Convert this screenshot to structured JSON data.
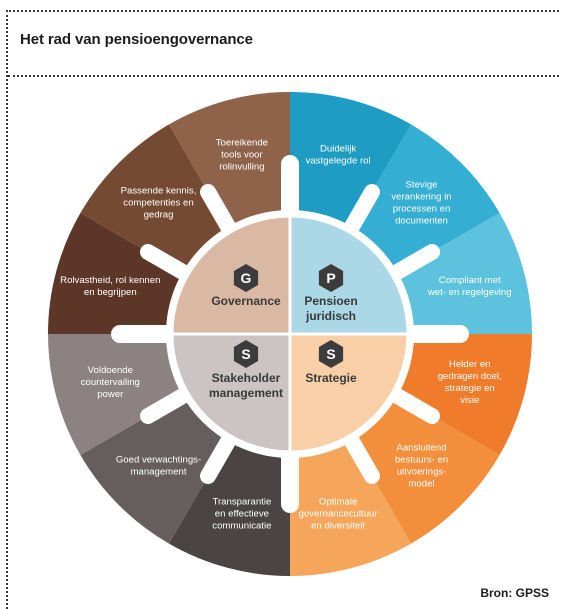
{
  "title": "Het rad van pensioengovernance",
  "source": "Bron: GPSS",
  "colors": {
    "hub_border": "#ffffff",
    "badge": "#3c3c3c"
  },
  "quadrants": [
    {
      "key": "governance",
      "badge": "G",
      "label_lines": [
        "Governance"
      ],
      "fill": "#d9b9a4",
      "segments": [
        {
          "lines": [
            "Rolvastheid, rol kennen",
            "en begrijpen"
          ],
          "color": "#5c3626"
        },
        {
          "lines": [
            "Passende kennis,",
            "competenties en",
            "gedrag"
          ],
          "color": "#754a33"
        },
        {
          "lines": [
            "Toereikende",
            "tools voor",
            "rolinvulling"
          ],
          "color": "#8f6349"
        }
      ]
    },
    {
      "key": "pensioen",
      "badge": "P",
      "label_lines": [
        "Pensioen",
        "juridisch"
      ],
      "fill": "#aad8e6",
      "segments": [
        {
          "lines": [
            "Duidelijk",
            "vastgelegde rol"
          ],
          "color": "#1f9cc4"
        },
        {
          "lines": [
            "Stevige",
            "verankering in",
            "processen en",
            "documenten"
          ],
          "color": "#34aed2"
        },
        {
          "lines": [
            "Compliant met",
            "wet- en regelgeving"
          ],
          "color": "#5cc2de"
        }
      ]
    },
    {
      "key": "strategie",
      "badge": "S",
      "label_lines": [
        "Strategie"
      ],
      "fill": "#f8cfa7",
      "segments": [
        {
          "lines": [
            "Helder en",
            "gedragen doel,",
            "strategie en",
            "visie"
          ],
          "color": "#f07b2a"
        },
        {
          "lines": [
            "Aansluitend",
            "bestuurs- en",
            "uitvoerings-",
            "model"
          ],
          "color": "#f28e3c"
        },
        {
          "lines": [
            "Optimale",
            "governancecultuur",
            "en diversiteit"
          ],
          "color": "#f5a65b"
        }
      ]
    },
    {
      "key": "stakeholder",
      "badge": "S",
      "label_lines": [
        "Stakeholder",
        "management"
      ],
      "fill": "#cbc4c3",
      "segments": [
        {
          "lines": [
            "Transparantie",
            "en effectieve",
            "communicatie"
          ],
          "color": "#4a4444"
        },
        {
          "lines": [
            "Goed verwachtings-",
            "management"
          ],
          "color": "#665e5e"
        },
        {
          "lines": [
            "Voldoende",
            "countervailing",
            "power"
          ],
          "color": "#8c8282"
        }
      ]
    }
  ]
}
